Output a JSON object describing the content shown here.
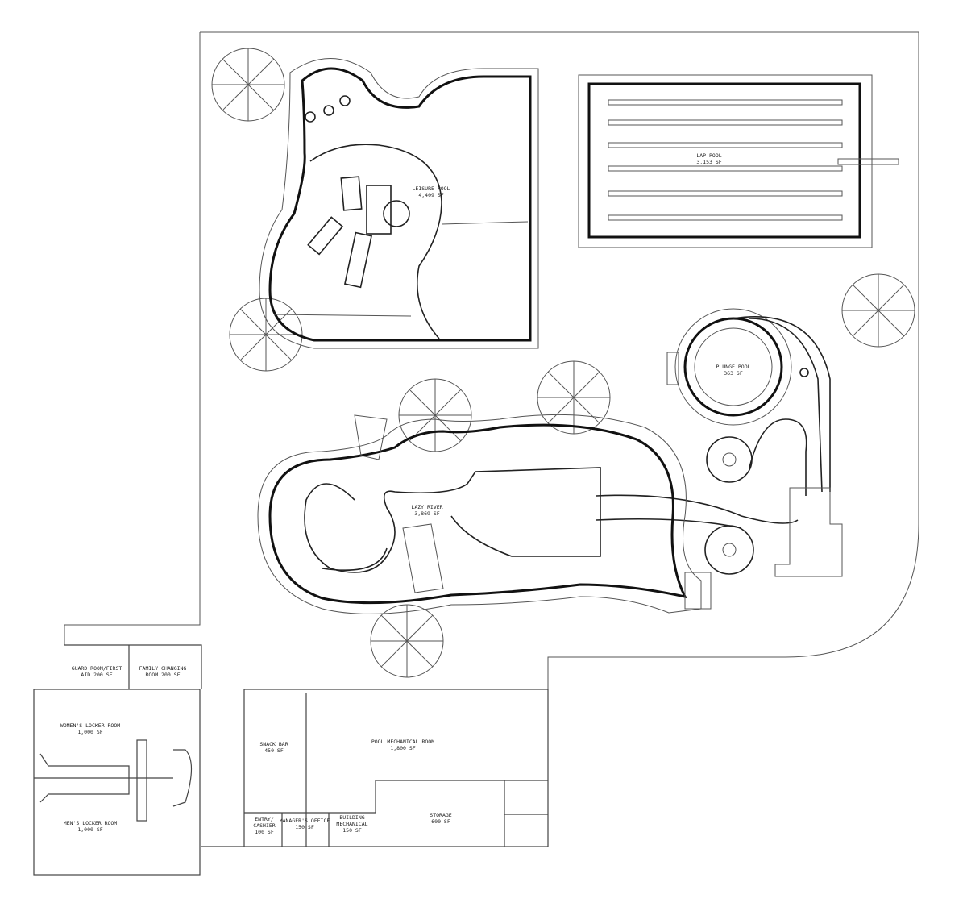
{
  "pools": {
    "leisure": {
      "name": "LEISURE POOL",
      "area": "4,409 SF"
    },
    "lap": {
      "name": "LAP POOL",
      "area": "3,153 SF"
    },
    "plunge": {
      "name": "PLUNGE POOL",
      "area": "363 SF"
    },
    "lazy_river": {
      "name": "LAZY RIVER",
      "area": "3,869 SF"
    }
  },
  "rooms": {
    "guard": {
      "name": "GUARD ROOM/FIRST",
      "area": "AID 200 SF"
    },
    "family": {
      "name": "FAMILY CHANGING",
      "area": "ROOM 200 SF"
    },
    "womens": {
      "name": "WOMEN'S LOCKER ROOM",
      "area": "1,000 SF"
    },
    "mens": {
      "name": "MEN'S LOCKER ROOM",
      "area": "1,000 SF"
    },
    "snack": {
      "name": "SNACK BAR",
      "area": "450 SF"
    },
    "mechanical": {
      "name": "POOL MECHANICAL ROOM",
      "area": "1,800 SF"
    },
    "entry": {
      "name": "ENTRY/\nCASHIER",
      "area": "100 SF"
    },
    "manager": {
      "name": "MANAGER'S OFFICE",
      "area": "150 SF"
    },
    "building_mech": {
      "name": "BUILDING\nMECHANICAL",
      "area": "150 SF"
    },
    "storage": {
      "name": "STORAGE",
      "area": "600 SF"
    }
  }
}
